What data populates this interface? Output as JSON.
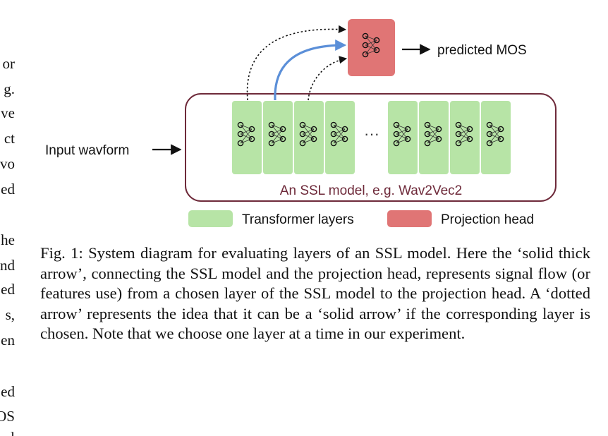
{
  "left_column_fragments": [
    "or",
    "g.",
    "ve",
    "ct",
    "vo",
    "ed",
    "he",
    "nd",
    "ed",
    "s,",
    "en",
    "ed",
    "OS",
    "l"
  ],
  "diagram": {
    "input_label": "Input wavform",
    "output_label": "predicted MOS",
    "model_label": "An SSL model, e.g. Wav2Vec2",
    "ellipsis": "···",
    "legend": [
      {
        "label": "Transformer layers",
        "color": "#b7e4a6"
      },
      {
        "label": "Projection head",
        "color": "#e07575"
      }
    ],
    "colors": {
      "transformer_fill": "#b7e4a6",
      "projection_fill": "#e07575",
      "model_border": "#6e2a3a",
      "model_text": "#6e2a3a",
      "solid_arrow": "#5b8fd8",
      "dotted_arrow": "#111111"
    }
  },
  "caption": "Fig. 1: System diagram for evaluating layers of an SSL model. Here the ‘solid thick arrow’, connecting the SSL model and the projection head, represents signal flow (or features use) from a chosen layer of the SSL model to the projection head. A ‘dotted arrow’ represents the idea that it can be a ‘solid arrow’ if the corresponding layer is chosen. Note that we choose one layer at a time in our experiment."
}
